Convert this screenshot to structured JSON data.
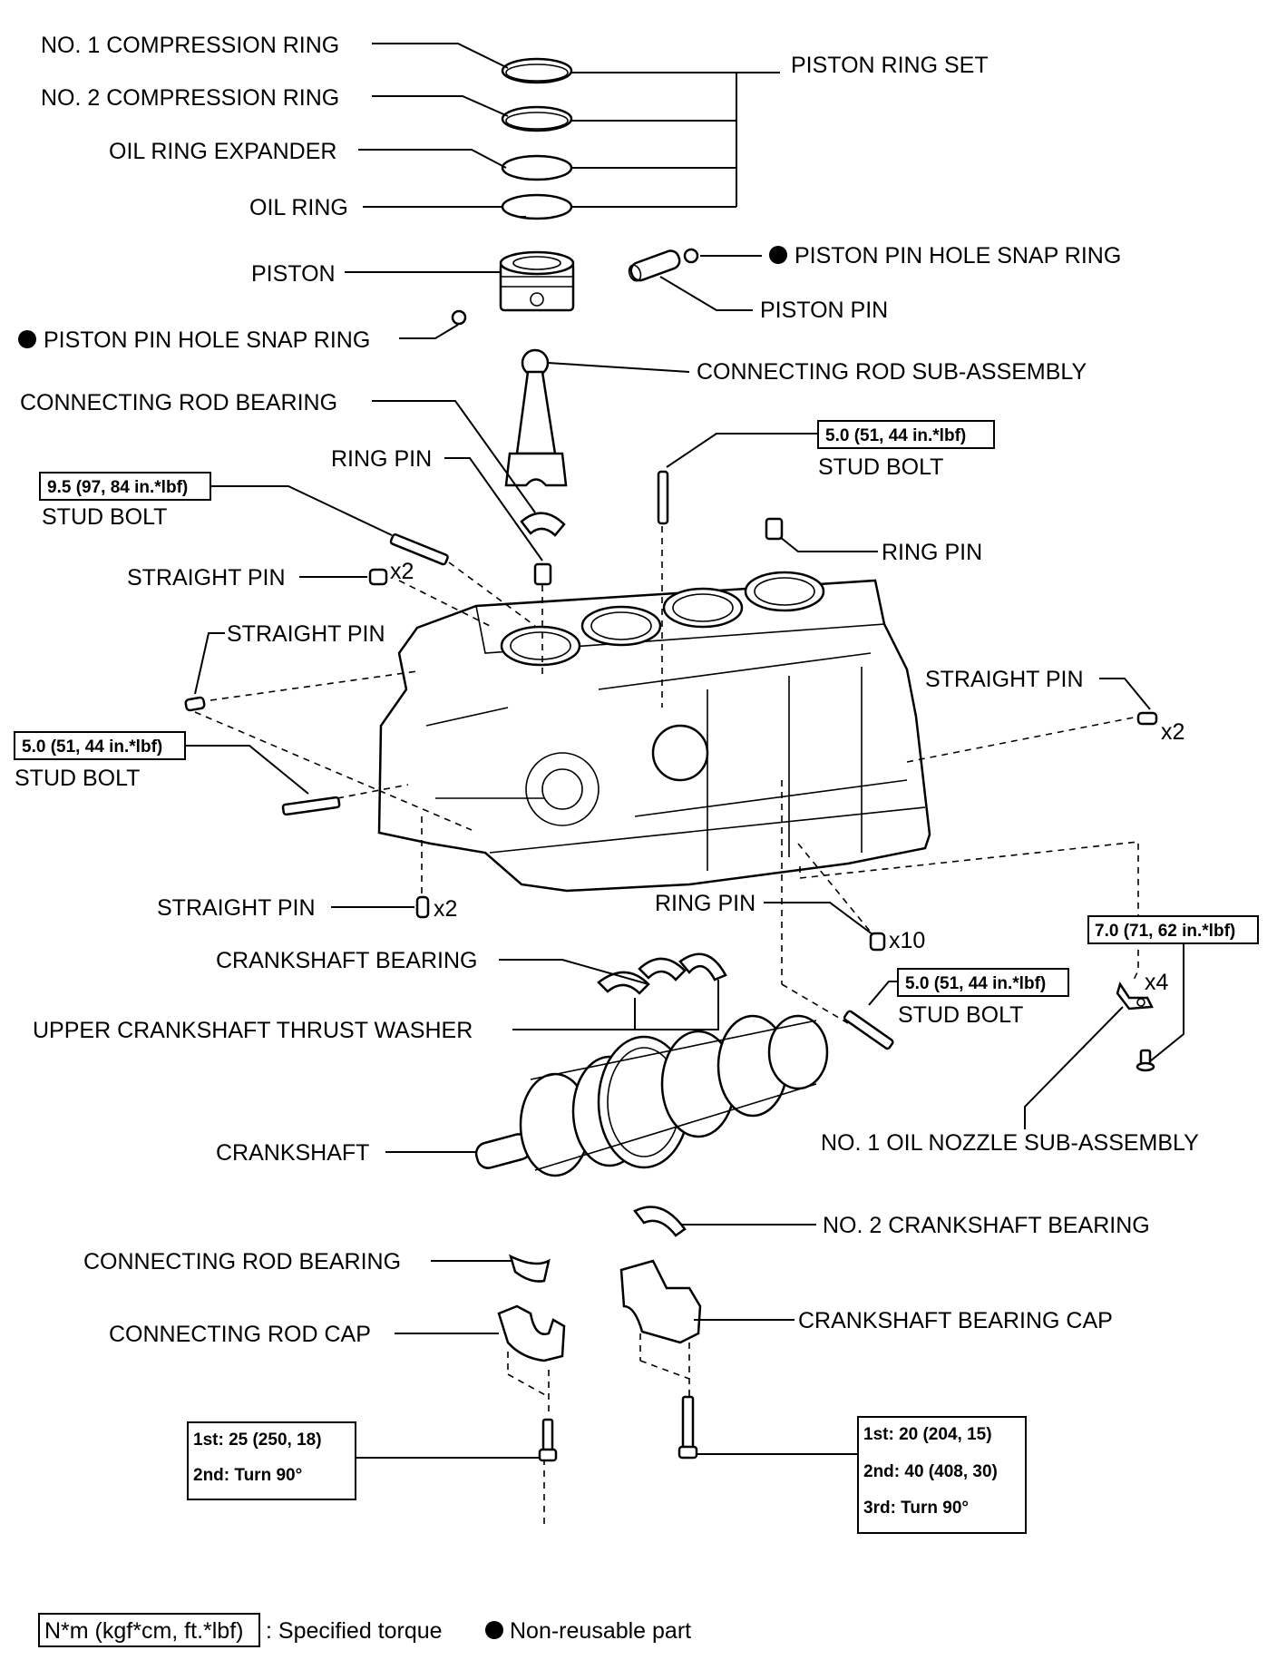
{
  "labels": {
    "no1_compression_ring": "NO. 1 COMPRESSION RING",
    "no2_compression_ring": "NO. 2 COMPRESSION RING",
    "oil_ring_expander": "OIL RING EXPANDER",
    "oil_ring": "OIL RING",
    "piston_ring_set": "PISTON RING SET",
    "piston": "PISTON",
    "piston_pin_hole_snap_ring": "PISTON PIN HOLE SNAP RING",
    "piston_pin": "PISTON PIN",
    "connecting_rod_sub_assembly": "CONNECTING ROD SUB-ASSEMBLY",
    "connecting_rod_bearing": "CONNECTING ROD BEARING",
    "ring_pin": "RING PIN",
    "stud_bolt": "STUD BOLT",
    "straight_pin": "STRAIGHT PIN",
    "crankshaft_bearing": "CRANKSHAFT BEARING",
    "upper_crankshaft_thrust_washer": "UPPER CRANKSHAFT THRUST WASHER",
    "crankshaft": "CRANKSHAFT",
    "no1_oil_nozzle_sub_assembly": "NO. 1 OIL NOZZLE SUB-ASSEMBLY",
    "no2_crankshaft_bearing": "NO. 2 CRANKSHAFT BEARING",
    "connecting_rod_cap": "CONNECTING ROD CAP",
    "crankshaft_bearing_cap": "CRANKSHAFT BEARING CAP"
  },
  "quantities": {
    "x2": "x2",
    "x10": "x10",
    "x4": "x4"
  },
  "torques": {
    "stud_bolt_top": "5.0 (51, 44 in.*lbf)",
    "stud_bolt_left_upper": "9.5 (97, 84 in.*lbf)",
    "stud_bolt_left_lower": "5.0 (51, 44 in.*lbf)",
    "stud_bolt_lower_right": "5.0 (51, 44 in.*lbf)",
    "oil_nozzle": "7.0 (71, 62 in.*lbf)",
    "rod_cap_1st": "1st: 25 (250, 18)",
    "rod_cap_2nd": "2nd: Turn 90°",
    "bearing_cap_1st": "1st: 20 (204, 15)",
    "bearing_cap_2nd": "2nd: 40 (408, 30)",
    "bearing_cap_3rd": "3rd: Turn 90°"
  },
  "legend": {
    "torque_unit": "N*m (kgf*cm, ft.*lbf)",
    "torque_desc": ": Specified torque",
    "non_reusable": "Non-reusable part"
  }
}
